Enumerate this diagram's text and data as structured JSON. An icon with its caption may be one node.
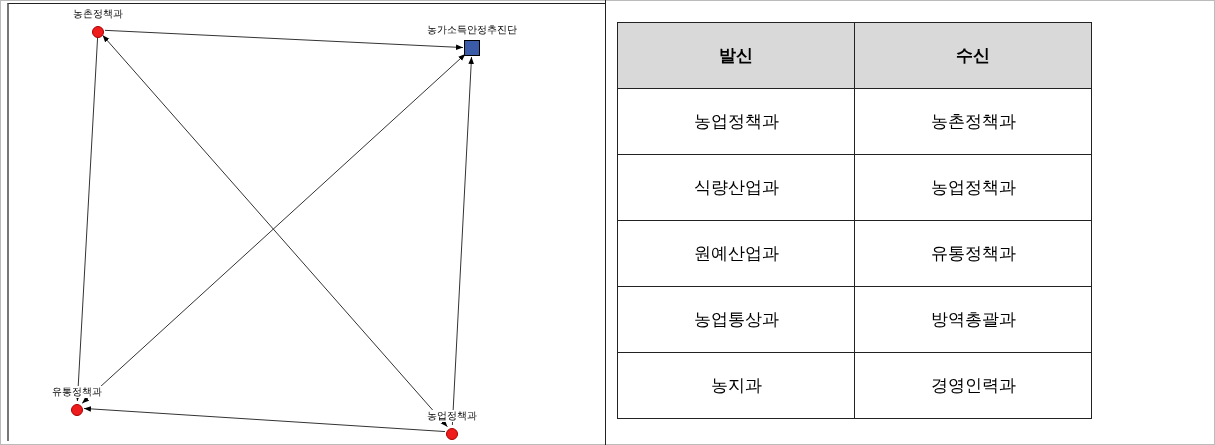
{
  "diagram": {
    "nodes": [
      {
        "text": [
          "농촌정책과"
        ]
      },
      {
        "text": [
          "농가소득안정추진단"
        ]
      },
      {
        "text": [
          "유통정책과"
        ]
      },
      {
        "text": [
          "농업정책과"
        ]
      }
    ],
    "edges": [
      {
        "from": 0,
        "to": 1,
        "arrow": "to"
      },
      {
        "from": 3,
        "to": 0,
        "arrow": "both"
      },
      {
        "from": 0,
        "to": 2,
        "arrow": "to"
      },
      {
        "from": 2,
        "to": 1,
        "arrow": "both"
      },
      {
        "from": 3,
        "to": 2,
        "arrow": "to"
      },
      {
        "from": 3,
        "to": 1,
        "arrow": "to"
      }
    ],
    "labels": [
      "발신",
      "수신",
      "농업정책과",
      "농촌정책과",
      "식량산업과",
      "농업정책과",
      "원예산업과",
      "유통정책과",
      "농업통상과",
      "방역총괄과",
      "농지과",
      "경영인력과"
    ]
  }
}
